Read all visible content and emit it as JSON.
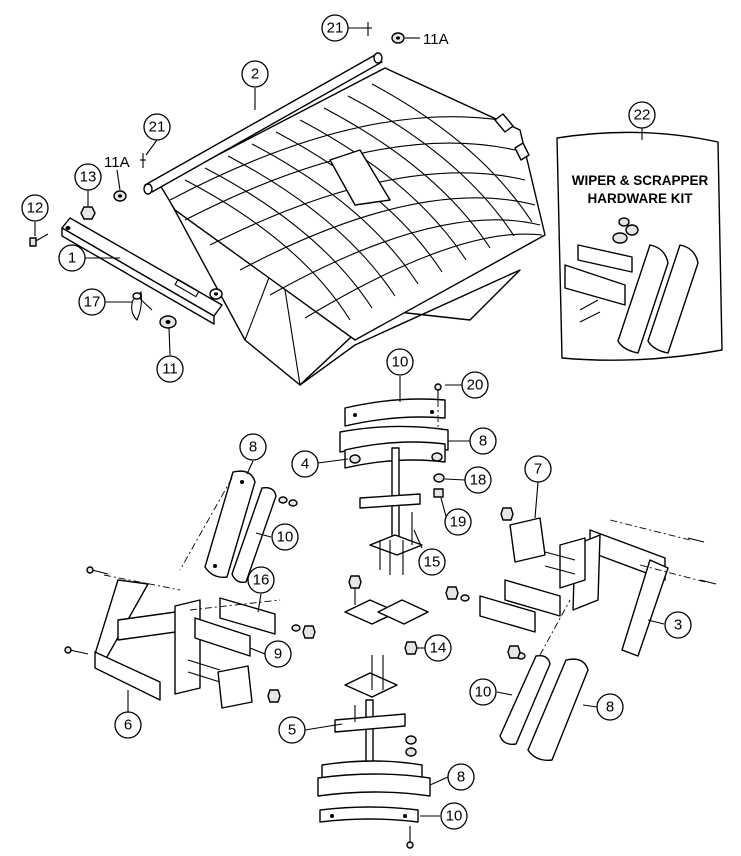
{
  "diagram": {
    "kit_title_line1": "WIPER & SCRAPPER",
    "kit_title_line2": "HARDWARE KIT",
    "callouts": {
      "c1": "1",
      "c2": "2",
      "c3": "3",
      "c4": "4",
      "c5": "5",
      "c6": "6",
      "c7": "7",
      "c8a": "8",
      "c8b": "8",
      "c8c": "8",
      "c8d": "8",
      "c9": "9",
      "c10a": "10",
      "c10b": "10",
      "c10c": "10",
      "c10d": "10",
      "c11": "11",
      "c12": "12",
      "c13": "13",
      "c14": "14",
      "c15": "15",
      "c16": "16",
      "c17": "17",
      "c18": "18",
      "c19": "19",
      "c20": "20",
      "c21a": "21",
      "c21b": "21",
      "c22": "22"
    },
    "plain_labels": {
      "l11a_top": "11A",
      "l11a_left": "11A"
    }
  }
}
